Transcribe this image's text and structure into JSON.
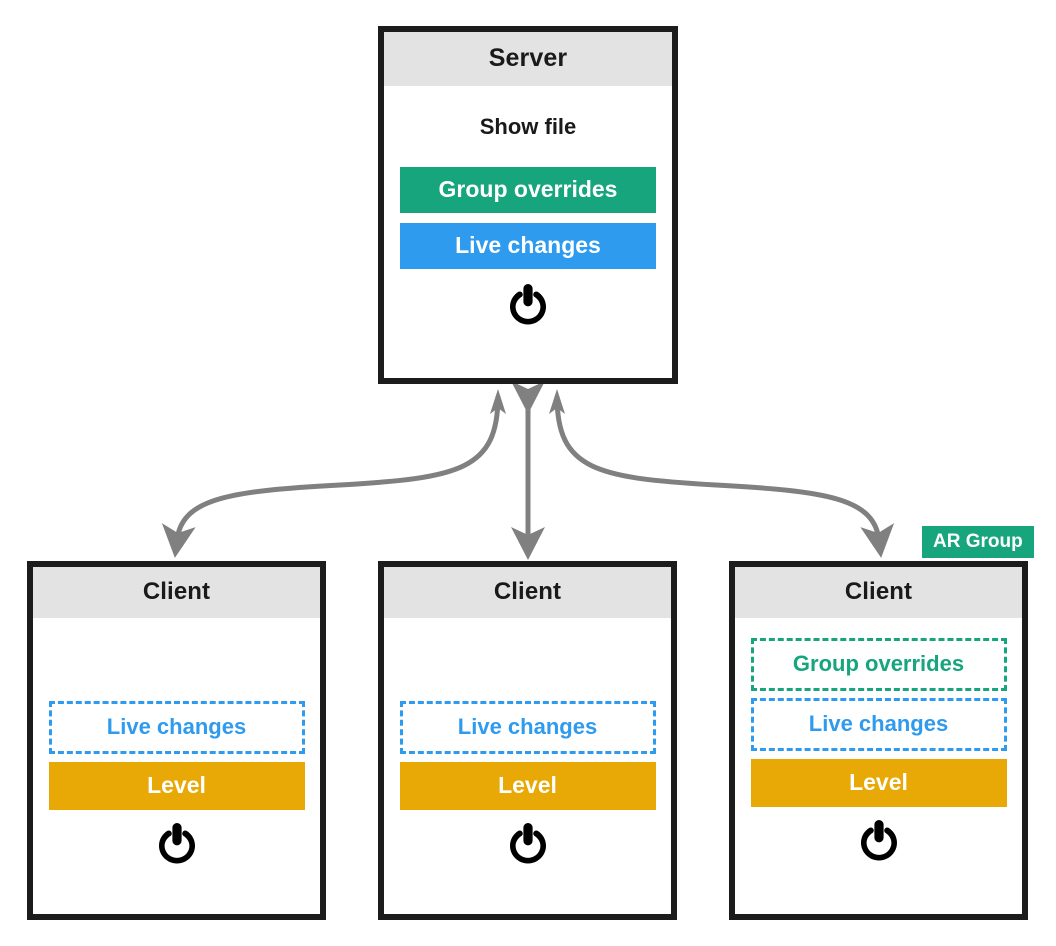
{
  "diagram": {
    "title": "Server and clients override diagram",
    "colors": {
      "green": "#16a57d",
      "blue": "#2f9bee",
      "orange": "#e8a805",
      "header_gray": "#e3e3e3",
      "border_black": "#1c1c1c",
      "arrow_gray": "#808080"
    }
  },
  "server": {
    "header": "Server",
    "show_file_label": "Show file",
    "group_overrides_label": "Group overrides",
    "live_changes_label": "Live changes",
    "power_icon": "power-icon"
  },
  "clients": [
    {
      "header": "Client",
      "live_changes_label": "Live changes",
      "level_label": "Level",
      "power_icon": "power-icon"
    },
    {
      "header": "Client",
      "live_changes_label": "Live changes",
      "level_label": "Level",
      "power_icon": "power-icon"
    },
    {
      "header": "Client",
      "group_overrides_label": "Group overrides",
      "live_changes_label": "Live changes",
      "level_label": "Level",
      "power_icon": "power-icon"
    }
  ],
  "badges": {
    "ar_group": "AR Group"
  }
}
